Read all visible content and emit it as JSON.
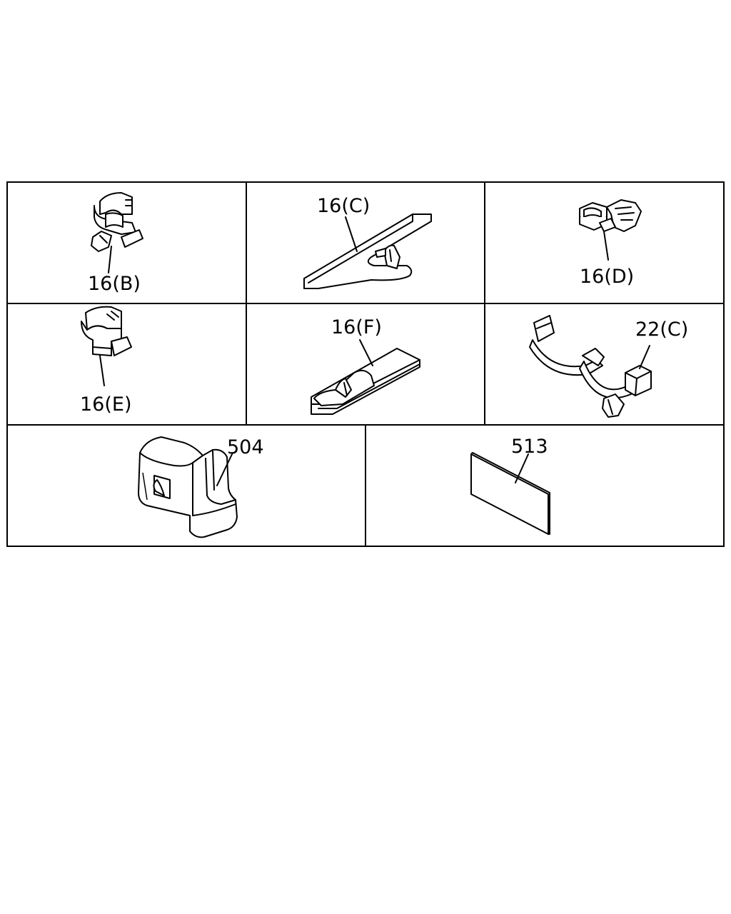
{
  "diagram": {
    "callouts": {
      "c16b": "16(B)",
      "c16c": "16(C)",
      "c16d": "16(D)",
      "c16e": "16(E)",
      "c16f": "16(F)",
      "c22c": "22(C)",
      "c504": "504",
      "c513": "513"
    }
  }
}
